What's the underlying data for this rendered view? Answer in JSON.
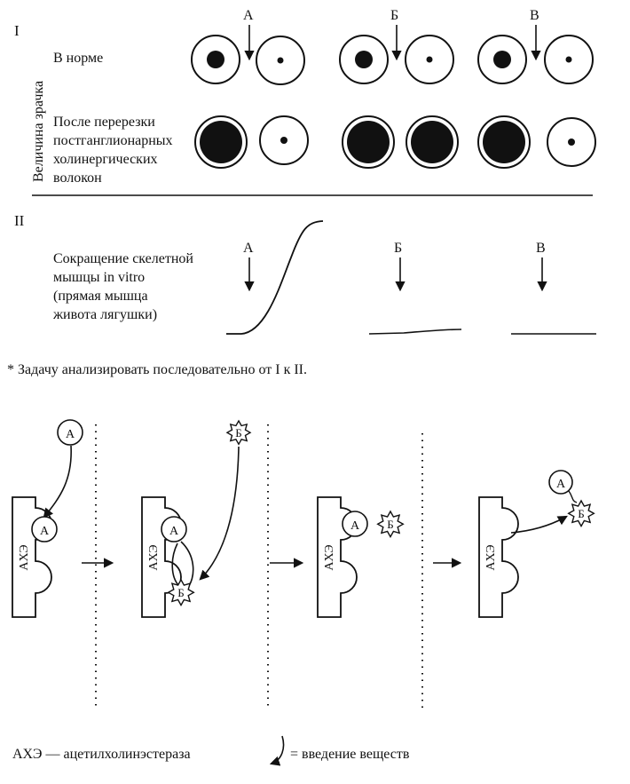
{
  "section_one": {
    "roman": "I",
    "y_axis_label": "Величина зрачка",
    "row_norm_label": "В норме",
    "row_cut_label": [
      "После перерезки",
      "постганглионарных",
      "холинергических",
      "волокон"
    ],
    "markers": [
      "А",
      "Б",
      "В"
    ]
  },
  "section_two": {
    "roman": "II",
    "label": [
      "Сокращение скелетной",
      "мышцы in vitro",
      "(прямая мышца",
      "живота лягушки)"
    ],
    "markers": [
      "А",
      "Б",
      "В"
    ]
  },
  "footnote": "* Задачу анализировать последовательно от I к II.",
  "mechanism": {
    "enzyme_label": "АХЭ",
    "substance_a": "А",
    "substance_b": "Б"
  },
  "legend": {
    "enzyme_definition": "АХЭ — ацетилхолинэстераза",
    "arrow_definition": "= введение веществ"
  }
}
